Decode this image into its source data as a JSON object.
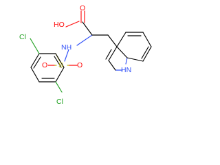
{
  "molecule": {
    "atoms": {
      "ho": "HO",
      "o_carbonyl": "O",
      "nh_amide": "NH",
      "sulfur": "S",
      "o_sulfonyl_left": "O",
      "o_sulfonyl_right": "O",
      "cl_top": "Cl",
      "cl_bottom": "Cl",
      "hn_indole": "HN"
    }
  }
}
